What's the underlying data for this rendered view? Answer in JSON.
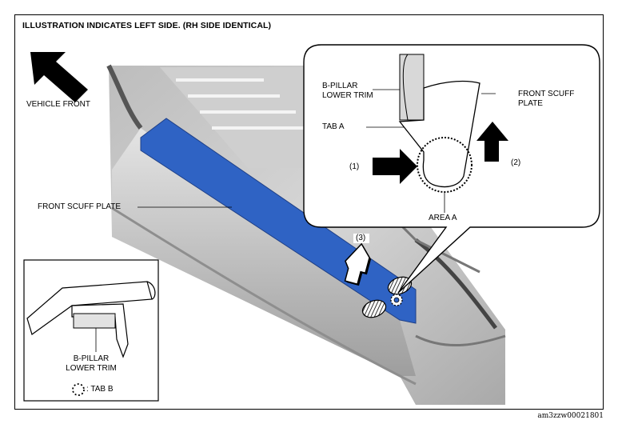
{
  "header": {
    "title": "ILLUSTRATION INDICATES LEFT SIDE. (RH SIDE IDENTICAL)"
  },
  "labels": {
    "vehicle_front": "VEHICLE FRONT",
    "front_scuff_plate_main": "FRONT SCUFF PLATE",
    "step_3": "(3)"
  },
  "detail_a": {
    "b_pillar_line1": "B-PILLAR",
    "b_pillar_line2": "LOWER TRIM",
    "front_scuff_line1": "FRONT SCUFF",
    "front_scuff_line2": "PLATE",
    "tab_a": "TAB A",
    "step_1": "(1)",
    "step_2": "(2)",
    "area_a": "AREA A"
  },
  "detail_b": {
    "b_pillar_line1": "B-PILLAR",
    "b_pillar_line2": "LOWER TRIM",
    "tab_b_legend": ": TAB B"
  },
  "footer": {
    "image_id": "am3zzw00021801"
  },
  "colors": {
    "scuff_plate": "#2f63c4",
    "body_gray": "#c9c9c9",
    "line": "#000000"
  }
}
